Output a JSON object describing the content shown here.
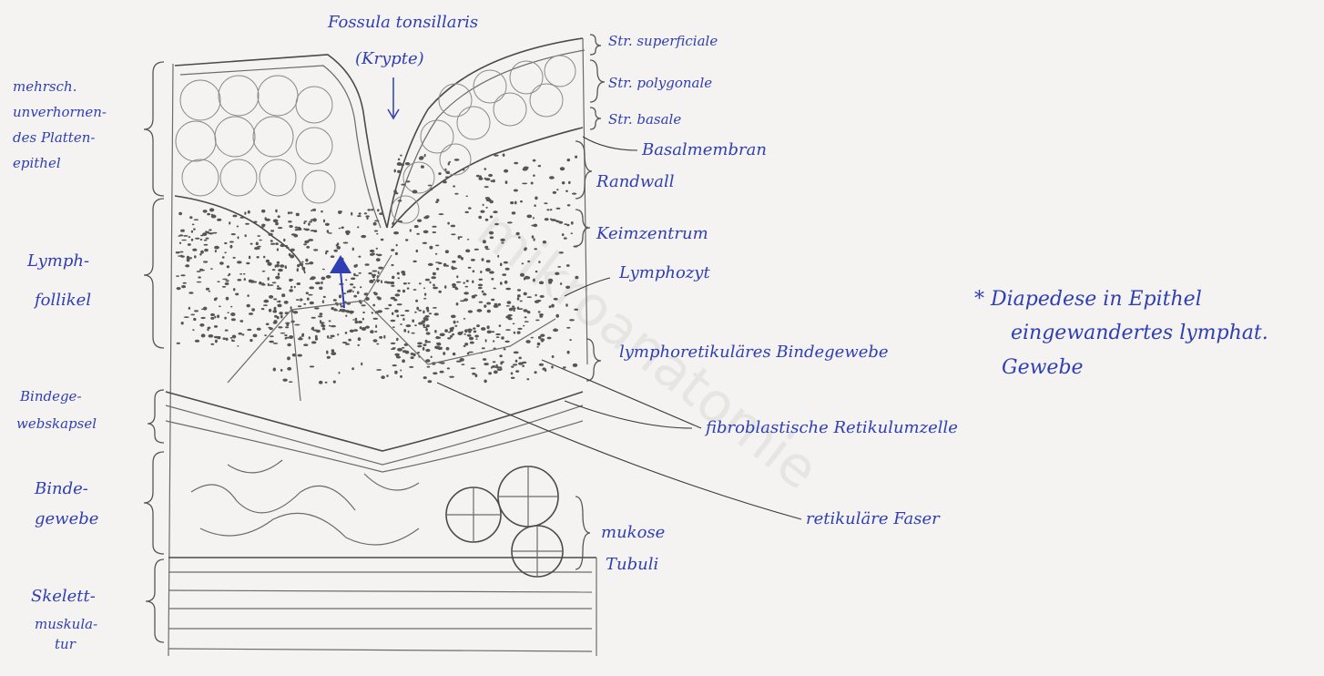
{
  "labels": {
    "fossula": "Fossula tonsillaris",
    "krypte": "(Krypte)",
    "str_superficiale": "Str. superficiale",
    "str_polygonale": "Str. polygonale",
    "str_basale": "Str. basale",
    "basalmembran": "Basalmembran",
    "randwall": "Randwall",
    "keimzentrum": "Keimzentrum",
    "lymphozyt": "Lymphozyt",
    "lymphoretikulaeres": "lymphoretikuläres Bindegewebe",
    "fibroblastische": "fibroblastische Retikulumzelle",
    "retikulaere_faser": "retikuläre Faser",
    "mukose_1": "mukose",
    "mukose_2": "Tubuli",
    "left_epithel_1": "mehrsch.",
    "left_epithel_2": "unverhornen-",
    "left_epithel_3": "des Platten-",
    "left_epithel_4": "epithel",
    "left_lymph_1": "Lymph-",
    "left_lymph_2": "follikel",
    "left_kapsel_1": "Bindege-",
    "left_kapsel_2": "webskapsel",
    "left_binde_1": "Binde-",
    "left_binde_2": "gewebe",
    "left_skelett_1": "Skelett-",
    "left_skelett_2": "muskula-",
    "left_skelett_3": "tur",
    "note_1": "* Diapedese in Epithel",
    "note_2": "eingewandertes lymphat.",
    "note_3": "Gewebe"
  },
  "watermark": "mikroanatomie",
  "colors": {
    "ink": "#2f3fb3",
    "pencil": "#6b6b6b",
    "paper": "#f4f3f1"
  }
}
